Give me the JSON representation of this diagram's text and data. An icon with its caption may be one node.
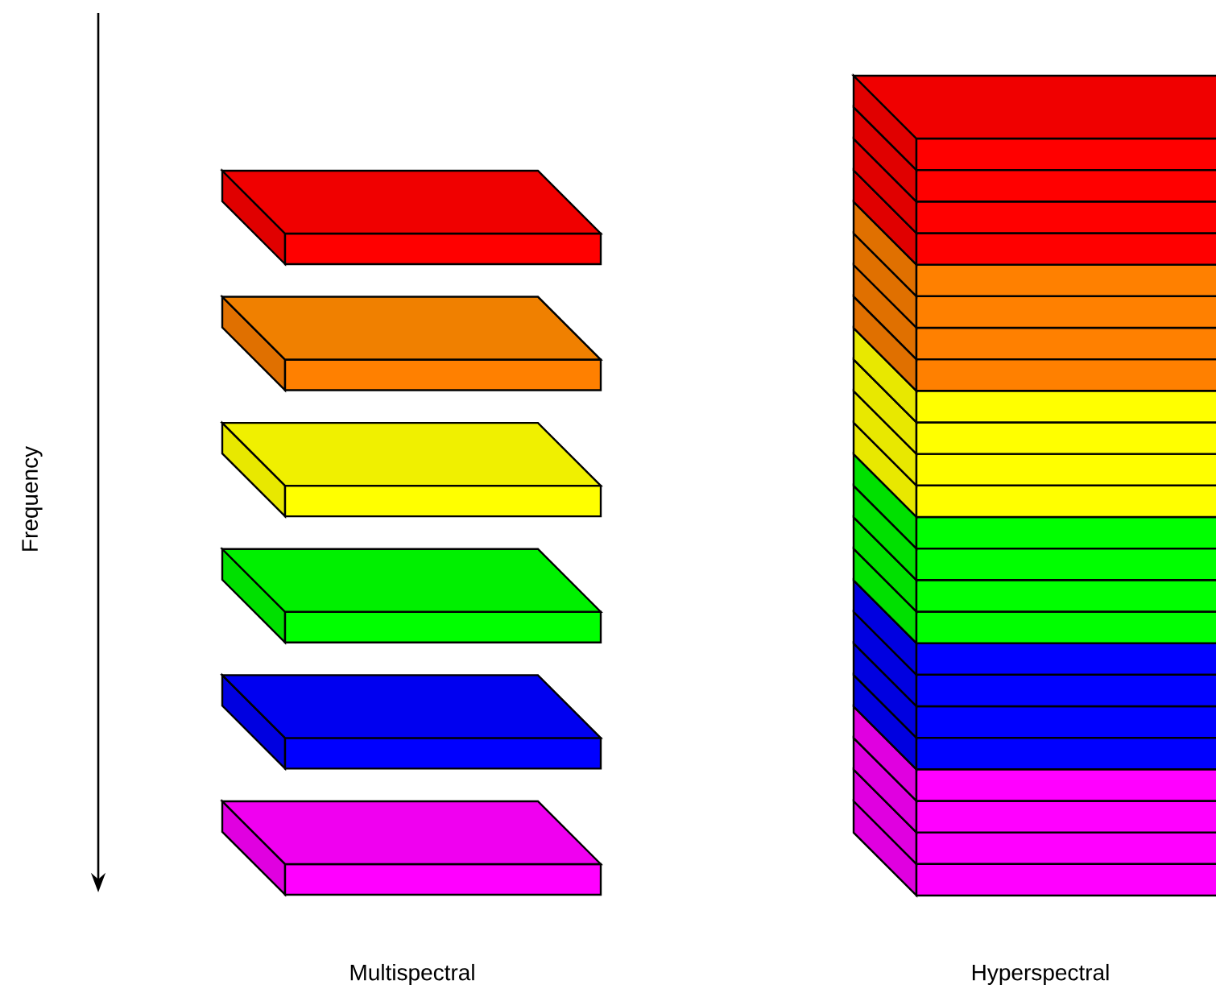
{
  "diagram": {
    "labels": [
      "Frequency",
      "Multispectral",
      "Hyperspectral"
    ]
  }
}
